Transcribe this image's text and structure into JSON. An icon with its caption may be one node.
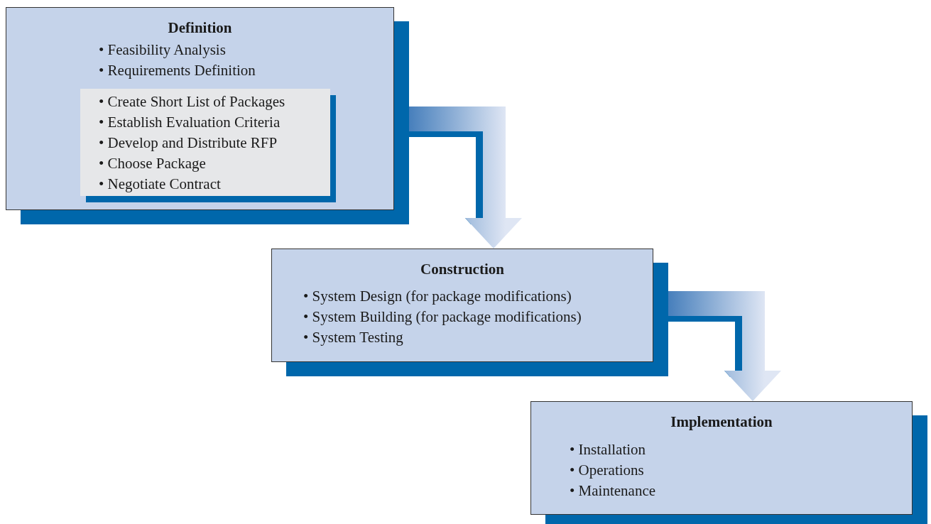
{
  "diagram": {
    "nodes": [
      {
        "text": [
          "Definition",
          "• Feasibility Analysis",
          "• Requirements Definition"
        ]
      },
      {
        "text": [
          "• Create Short List of Packages",
          "• Establish Evaluation Criteria",
          "• Develop and Distribute RFP",
          "• Choose Package",
          "• Negotiate Contract"
        ],
        "in": 0
      },
      {
        "text": [
          "Construction",
          "• System Design (for package modifications)",
          "• System Building (for package modifications)",
          "• System Testing"
        ]
      },
      {
        "text": [
          "Implementation",
          "• Installation",
          "• Operations",
          "• Maintenance"
        ]
      }
    ],
    "edges": [
      {
        "from": 0,
        "to": 2,
        "arrow": "to",
        "style": "thick"
      },
      {
        "from": 2,
        "to": 3,
        "arrow": "to",
        "style": "thick"
      }
    ]
  }
}
